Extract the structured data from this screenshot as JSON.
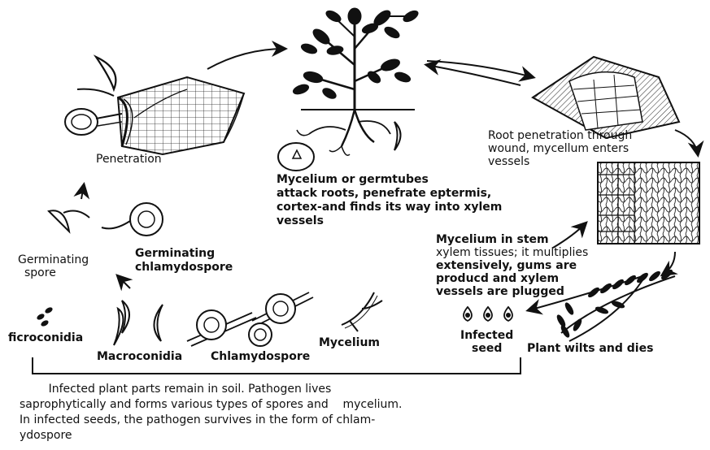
{
  "labels": {
    "penetration": "Penetration",
    "mycelium_roots": [
      "Mycelium or germtubes",
      "attack roots, penefrate eptermis,",
      "cortex-and finds its way into xylem",
      "vessels"
    ],
    "root_penetration": [
      "Root penetration through",
      "wound, mycellum enters",
      "vessels"
    ],
    "mycelium_stem": [
      "Mycelium in stem",
      "xylem tissues; it multiplies",
      "extensively, gums are",
      "producd and xylem",
      "vessels are plugged"
    ],
    "germinating_spore": [
      "Germinating",
      "spore"
    ],
    "germinating_chlamydospore": [
      "Germinating",
      "chlamydospore"
    ],
    "microconidia": "ficroconidia",
    "macroconidia": "Macroconidia",
    "chlamydospore": "Chlamydospore",
    "mycelium": "Mycelium",
    "infected_seed": [
      "Infected",
      "seed"
    ],
    "plant_wilts": "Plant wilts and dies"
  },
  "caption": [
    "        Infected plant parts remain in soil. Pathogen lives",
    "saprophytically and forms various types of spores and    mycelium.",
    "In infected seeds, the pathogen survives in the form of chlam-",
    "ydospore"
  ],
  "colors": {
    "ink": "#111111",
    "background": "#ffffff"
  }
}
